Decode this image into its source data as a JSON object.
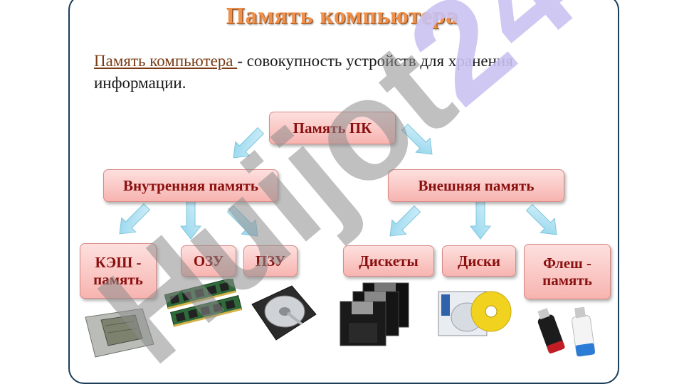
{
  "title": "Память компьютера",
  "definition": {
    "term": "Память компьютера ",
    "dash": "-",
    "text": " совокупность устройств для хранения информации."
  },
  "nodes": {
    "root": "Память ПК",
    "internal": "Внутренняя память",
    "external": "Внешняя память",
    "cache_line1": "КЭШ -",
    "cache_line2": "память",
    "ram": "ОЗУ",
    "rom": "ПЗУ",
    "floppy": "Дискеты",
    "disks": "Диски",
    "flash_line1": "Флеш -",
    "flash_line2": "память"
  },
  "watermark": "Huijot24",
  "colors": {
    "title": "#f0904a",
    "box_text": "#8a1010",
    "box_fill": "#f7b4b0",
    "arrow": "#a9dff0",
    "watermark_gray": "#8c8c8c",
    "watermark_violet": "#c9c2f2"
  }
}
